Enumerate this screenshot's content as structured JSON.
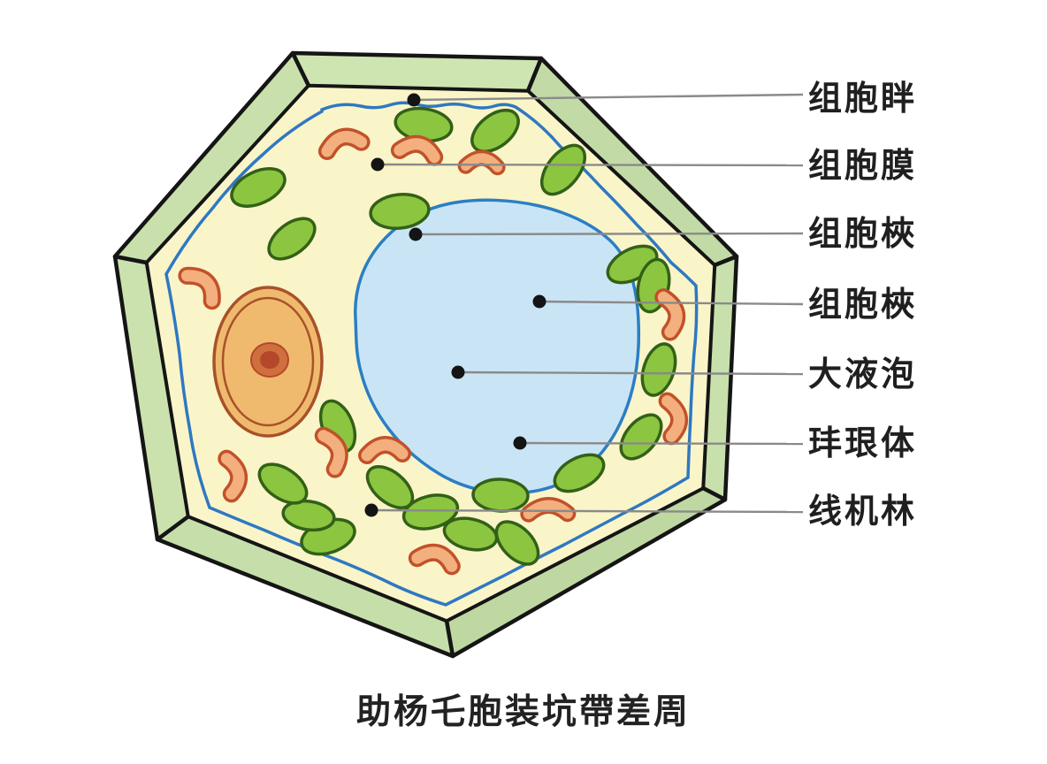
{
  "diagram": {
    "kind": "plant-cell-structure-illustration",
    "caption": "助杨乇胞装坑帶差周",
    "labels": [
      {
        "text": "组胞眫",
        "points_to": "cell-wall-top"
      },
      {
        "text": "组胞膜",
        "points_to": "cell-membrane"
      },
      {
        "text": "组胞梜",
        "points_to": "cytoplasm-near-vacuole-top"
      },
      {
        "text": "组胞梜",
        "points_to": "vacuole-upper-area"
      },
      {
        "text": "大液泡",
        "points_to": "vacuole-center"
      },
      {
        "text": "玤珢体",
        "points_to": "vacuole-lower-area"
      },
      {
        "text": "线机林",
        "points_to": "chloroplast-bottom-cluster"
      }
    ],
    "colors": {
      "wall_fill": "#cbe2ae",
      "wall_outline": "#151515",
      "cytoplasm_fill": "#faf5c8",
      "membrane_blue": "#2f78c2",
      "vacuole_fill": "#c9e5f5",
      "vacuole_outline": "#2b7ec5",
      "nucleus_fill": "#efba6d",
      "nucleus_outline": "#a8512a",
      "nucleolus_fill": "#d06f3e",
      "nucleolus_core": "#b5472a",
      "chloroplast_fill": "#8cc53f",
      "chloroplast_outline": "#336018",
      "mitochondrion_fill": "#f3b07e",
      "mitochondrion_outline": "#c2512a",
      "leader_line": "#8a8a8a",
      "pointer_dot": "#141414",
      "label_text": "#1f1f1f"
    }
  }
}
